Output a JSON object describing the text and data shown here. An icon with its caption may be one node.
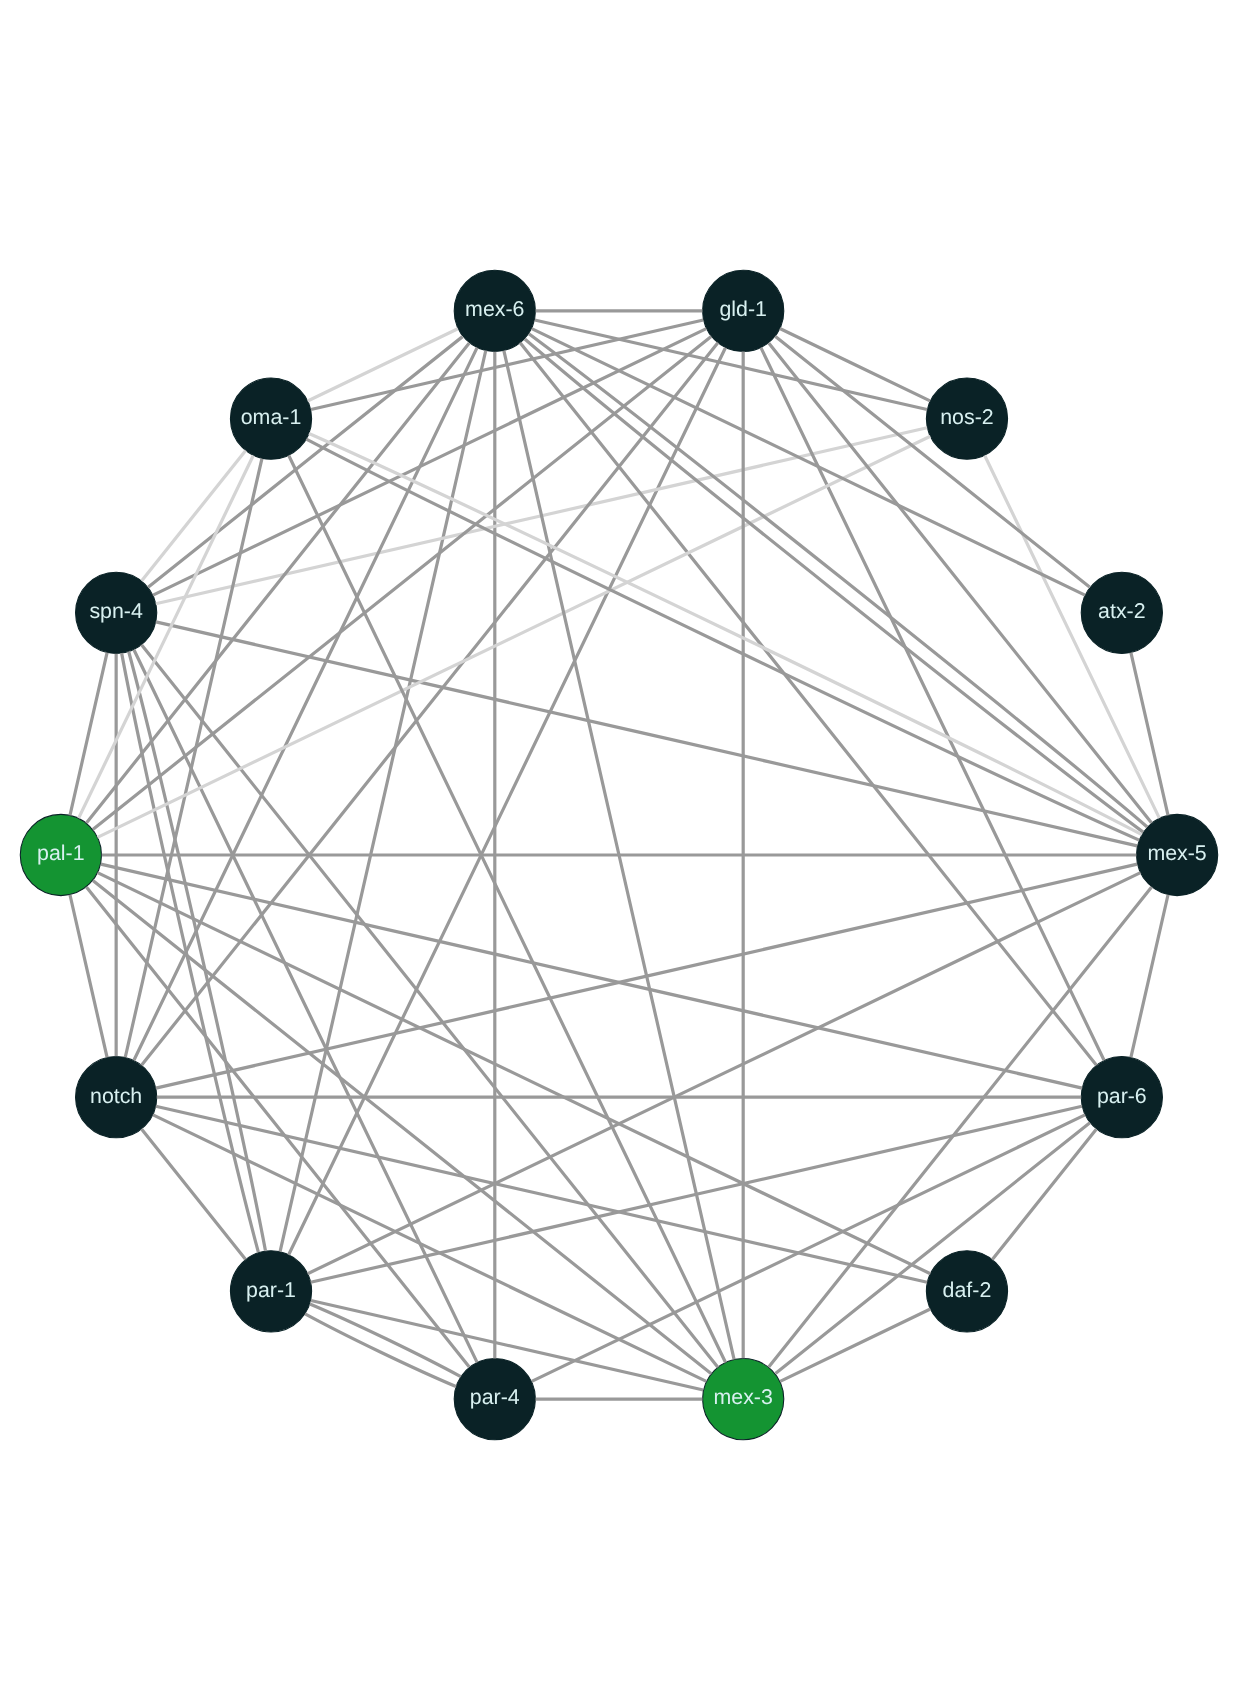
{
  "diagram": {
    "nodes": [
      {
        "text": [
          "par-1"
        ]
      },
      {
        "text": [
          "par-4"
        ]
      },
      {
        "text": [
          "spn-4"
        ]
      },
      {
        "text": [
          "par-6"
        ]
      },
      {
        "text": [
          "notch"
        ]
      },
      {
        "text": [
          "pal-1"
        ]
      },
      {
        "text": [
          "nos-2"
        ]
      },
      {
        "text": [
          "gld-1"
        ]
      },
      {
        "text": [
          "mex-3"
        ]
      },
      {
        "text": [
          "mex-6"
        ]
      },
      {
        "text": [
          "daf-2"
        ]
      },
      {
        "text": [
          "mex-5"
        ]
      },
      {
        "text": [
          "oma-1"
        ]
      },
      {
        "text": [
          "atx-2"
        ]
      }
    ],
    "edges": [
      {
        "from": 0,
        "to": 1,
        "arrow": "none"
      },
      {
        "from": 0,
        "to": 1,
        "arrow": "none"
      },
      {
        "from": 0,
        "to": 2,
        "arrow": "none"
      },
      {
        "from": 0,
        "to": 2,
        "arrow": "none"
      },
      {
        "from": 2,
        "to": 1,
        "arrow": "none"
      },
      {
        "from": 0,
        "to": 3,
        "arrow": "none"
      },
      {
        "from": 0,
        "to": 4,
        "arrow": "none"
      },
      {
        "from": 0,
        "to": 7,
        "arrow": "none"
      },
      {
        "from": 0,
        "to": 9,
        "arrow": "none"
      },
      {
        "from": 0,
        "to": 11,
        "arrow": "none"
      },
      {
        "from": 0,
        "to": 8,
        "arrow": "none"
      },
      {
        "from": 1,
        "to": 3,
        "arrow": "none"
      },
      {
        "from": 1,
        "to": 8,
        "arrow": "none"
      },
      {
        "from": 1,
        "to": 5,
        "arrow": "none"
      },
      {
        "from": 1,
        "to": 9,
        "arrow": "none"
      },
      {
        "from": 2,
        "to": 4,
        "arrow": "none"
      },
      {
        "from": 2,
        "to": 6,
        "arrow": "none",
        "color": "#d4d4d4"
      },
      {
        "from": 2,
        "to": 9,
        "arrow": "none"
      },
      {
        "from": 2,
        "to": 8,
        "arrow": "none"
      },
      {
        "from": 2,
        "to": 5,
        "arrow": "none"
      },
      {
        "from": 2,
        "to": 11,
        "arrow": "none"
      },
      {
        "from": 2,
        "to": 7,
        "arrow": "none"
      },
      {
        "from": 2,
        "to": 12,
        "arrow": "none",
        "color": "#d4d4d4"
      },
      {
        "from": 3,
        "to": 4,
        "arrow": "none"
      },
      {
        "from": 3,
        "to": 9,
        "arrow": "none"
      },
      {
        "from": 3,
        "to": 11,
        "arrow": "none"
      },
      {
        "from": 3,
        "to": 7,
        "arrow": "none"
      },
      {
        "from": 3,
        "to": 5,
        "arrow": "none"
      },
      {
        "from": 3,
        "to": 10,
        "arrow": "none"
      },
      {
        "from": 3,
        "to": 8,
        "arrow": "none"
      },
      {
        "from": 4,
        "to": 5,
        "arrow": "none"
      },
      {
        "from": 4,
        "to": 8,
        "arrow": "none"
      },
      {
        "from": 4,
        "to": 9,
        "arrow": "none"
      },
      {
        "from": 4,
        "to": 11,
        "arrow": "none"
      },
      {
        "from": 4,
        "to": 7,
        "arrow": "none"
      },
      {
        "from": 4,
        "to": 12,
        "arrow": "none"
      },
      {
        "from": 4,
        "to": 10,
        "arrow": "none"
      },
      {
        "from": 6,
        "to": 5,
        "arrow": "none",
        "color": "#d4d4d4"
      },
      {
        "from": 5,
        "to": 8,
        "arrow": "none"
      },
      {
        "from": 7,
        "to": 5,
        "arrow": "none"
      },
      {
        "from": 9,
        "to": 5,
        "arrow": "none"
      },
      {
        "from": 5,
        "to": 10,
        "arrow": "none"
      },
      {
        "from": 11,
        "to": 5,
        "arrow": "none"
      },
      {
        "from": 5,
        "to": 12,
        "arrow": "none",
        "color": "#d4d4d4"
      },
      {
        "from": 6,
        "to": 7,
        "arrow": "none"
      },
      {
        "from": 6,
        "to": 9,
        "arrow": "none"
      },
      {
        "from": 6,
        "to": 11,
        "arrow": "none",
        "color": "#d4d4d4"
      },
      {
        "from": 7,
        "to": 8,
        "arrow": "none"
      },
      {
        "from": 7,
        "to": 9,
        "arrow": "none"
      },
      {
        "from": 7,
        "to": 11,
        "arrow": "none"
      },
      {
        "from": 7,
        "to": 13,
        "arrow": "none"
      },
      {
        "from": 7,
        "to": 12,
        "arrow": "none"
      },
      {
        "from": 9,
        "to": 8,
        "arrow": "none"
      },
      {
        "from": 8,
        "to": 11,
        "arrow": "none"
      },
      {
        "from": 8,
        "to": 10,
        "arrow": "none"
      },
      {
        "from": 8,
        "to": 12,
        "arrow": "none"
      },
      {
        "from": 9,
        "to": 11,
        "arrow": "none"
      },
      {
        "from": 9,
        "to": 11,
        "arrow": "none"
      },
      {
        "from": 9,
        "to": 12,
        "arrow": "none",
        "color": "#d4d4d4"
      },
      {
        "from": 9,
        "to": 13,
        "arrow": "none"
      },
      {
        "from": 11,
        "to": 13,
        "arrow": "none"
      },
      {
        "from": 11,
        "to": 12,
        "arrow": "none"
      },
      {
        "from": 11,
        "to": 12,
        "arrow": "none",
        "color": "#d4d4d4"
      }
    ]
  }
}
